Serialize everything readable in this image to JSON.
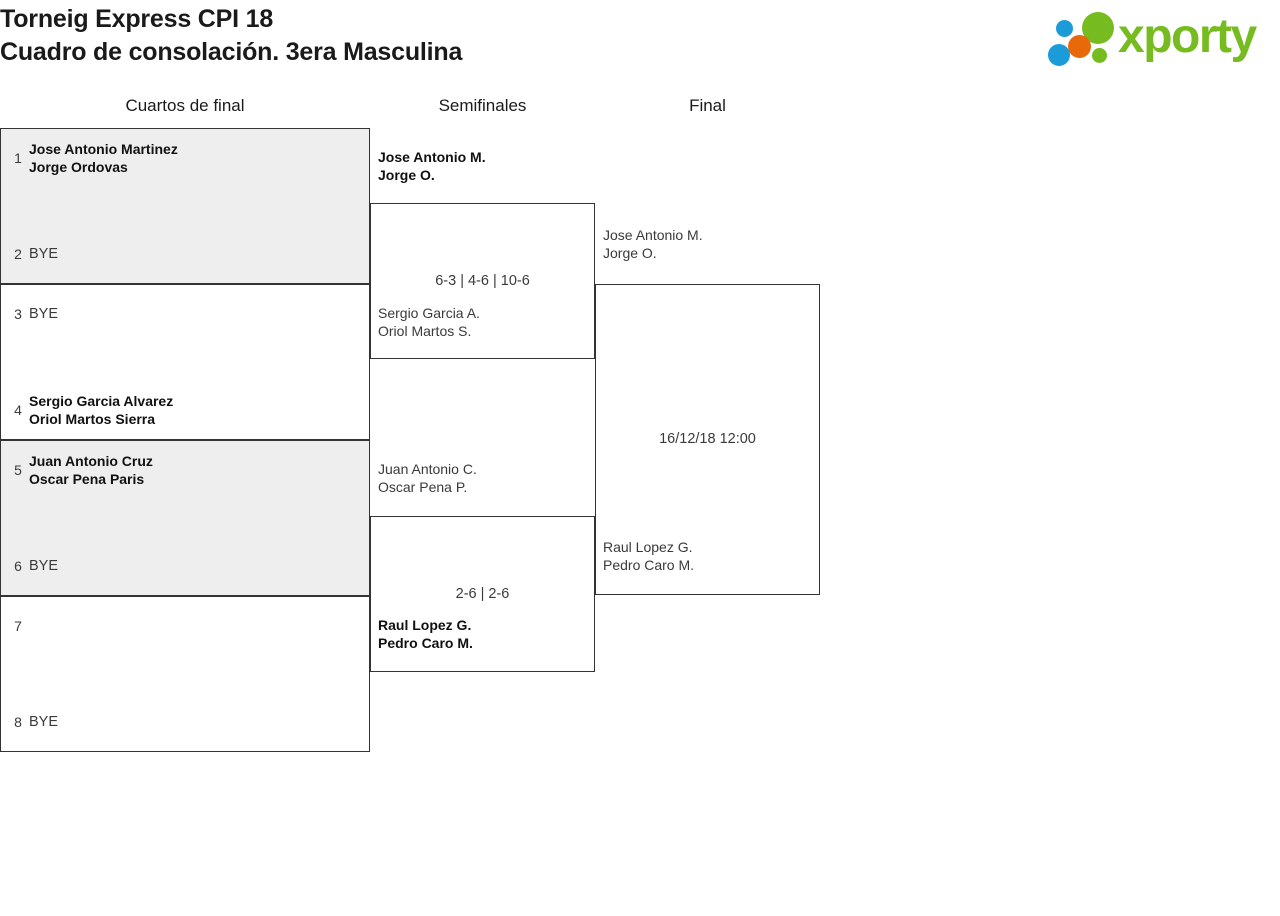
{
  "header": {
    "title_line1": "Torneig Express CPI 18",
    "title_line2": "Cuadro de consolación. 3era Masculina"
  },
  "logo": {
    "wordmark": "xporty",
    "colors": {
      "green": "#76bc21",
      "blue": "#1b9cd9",
      "orange": "#e8690b"
    }
  },
  "rounds": [
    {
      "label": "Cuartos de final"
    },
    {
      "label": "Semifinales"
    },
    {
      "label": "Final"
    }
  ],
  "bracket": {
    "round1": [
      {
        "shaded": true,
        "top": {
          "seed": "1",
          "line1": "Jose Antonio Martinez",
          "line2": "Jorge Ordovas",
          "winner": true
        },
        "bottom": {
          "seed": "2",
          "line1": "BYE",
          "line2": "",
          "winner": false
        }
      },
      {
        "shaded": false,
        "top": {
          "seed": "3",
          "line1": "BYE",
          "line2": "",
          "winner": false
        },
        "bottom": {
          "seed": "4",
          "line1": "Sergio Garcia Alvarez",
          "line2": "Oriol Martos Sierra",
          "winner": true
        }
      },
      {
        "shaded": true,
        "top": {
          "seed": "5",
          "line1": "Juan Antonio Cruz",
          "line2": "Oscar Pena Paris",
          "winner": true
        },
        "bottom": {
          "seed": "6",
          "line1": "BYE",
          "line2": "",
          "winner": false
        }
      },
      {
        "shaded": false,
        "top": {
          "seed": "7",
          "line1": "",
          "line2": "",
          "winner": false
        },
        "bottom": {
          "seed": "8",
          "line1": "BYE",
          "line2": "",
          "winner": false
        }
      }
    ],
    "round2": [
      {
        "score": "6-3 | 4-6 | 10-6",
        "top": {
          "line1": "Jose Antonio M.",
          "line2": "Jorge O.",
          "winner": true
        },
        "bottom": {
          "line1": "Sergio Garcia A.",
          "line2": "Oriol Martos S.",
          "winner": false
        }
      },
      {
        "score": "2-6 | 2-6",
        "top": {
          "line1": "Juan Antonio C.",
          "line2": "Oscar Pena P.",
          "winner": false
        },
        "bottom": {
          "line1": "Raul Lopez G.",
          "line2": "Pedro Caro M.",
          "winner": true
        }
      }
    ],
    "round3": [
      {
        "schedule": "16/12/18 12:00",
        "top": {
          "line1": "Jose Antonio M.",
          "line2": "Jorge O.",
          "winner": false
        },
        "bottom": {
          "line1": "Raul Lopez G.",
          "line2": "Pedro Caro M.",
          "winner": false
        }
      }
    ]
  }
}
